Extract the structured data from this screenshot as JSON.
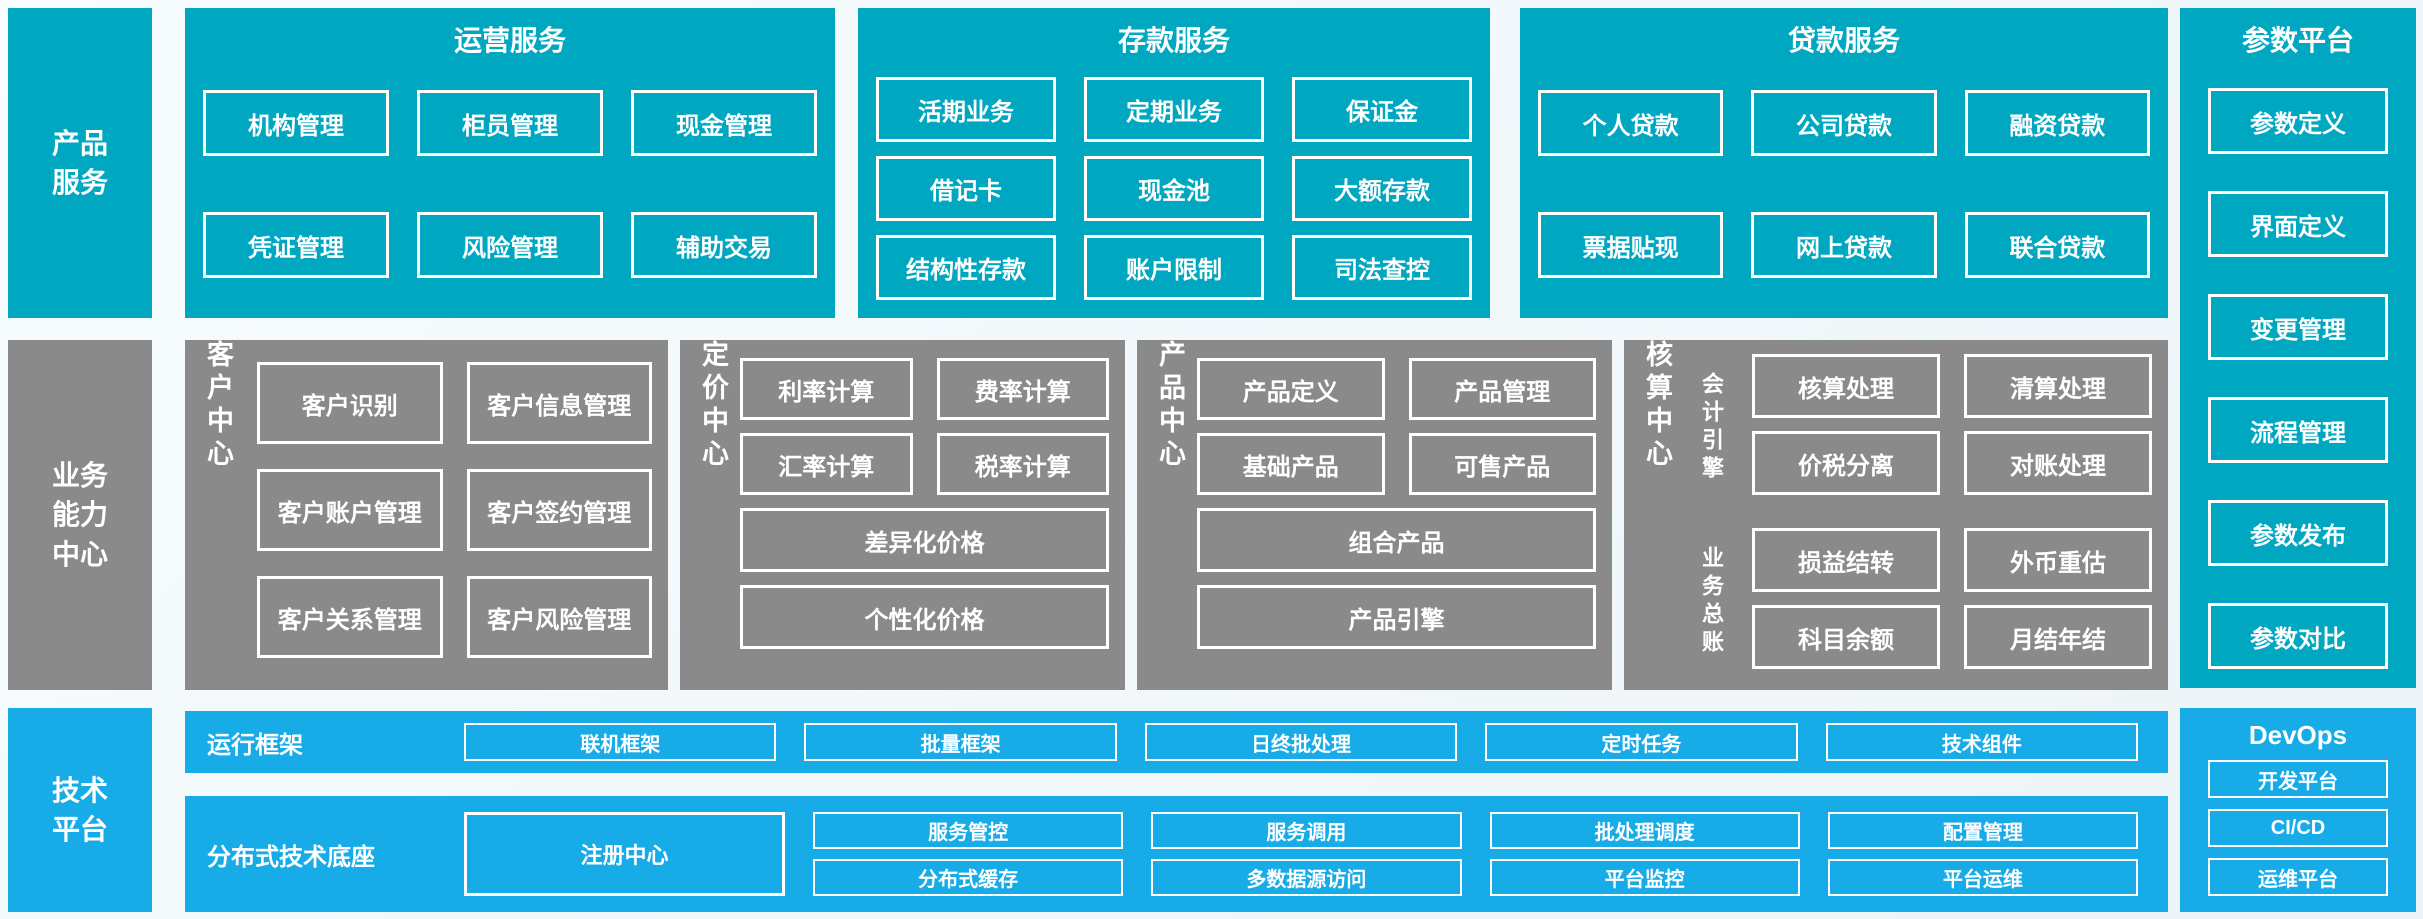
{
  "palette": {
    "teal": "#00a7c1",
    "gray": "#8a8a8a",
    "bright_blue": "#17ace8",
    "box_border": "#ffffff",
    "text": "#ffffff",
    "background": "#eff5f8"
  },
  "rails": {
    "product": "产品服务",
    "capability": "业务能力中心",
    "tech": "技术平台"
  },
  "ops": {
    "title": "运营服务",
    "r1": [
      "机构管理",
      "柜员管理",
      "现金管理"
    ],
    "r2": [
      "凭证管理",
      "风险管理",
      "辅助交易"
    ]
  },
  "deposit": {
    "title": "存款服务",
    "r1": [
      "活期业务",
      "定期业务",
      "保证金"
    ],
    "r2": [
      "借记卡",
      "现金池",
      "大额存款"
    ],
    "r3": [
      "结构性存款",
      "账户限制",
      "司法查控"
    ]
  },
  "loan": {
    "title": "贷款服务",
    "r1": [
      "个人贷款",
      "公司贷款",
      "融资贷款"
    ],
    "r2": [
      "票据贴现",
      "网上贷款",
      "联合贷款"
    ]
  },
  "param": {
    "title": "参数平台",
    "items": [
      "参数定义",
      "界面定义",
      "变更管理",
      "流程管理",
      "参数发布",
      "参数对比"
    ]
  },
  "customer": {
    "label": "客户中心",
    "r1": [
      "客户识别",
      "客户信息管理"
    ],
    "r2": [
      "客户账户管理",
      "客户签约管理"
    ],
    "r3": [
      "客户关系管理",
      "客户风险管理"
    ]
  },
  "pricing": {
    "label": "定价中心",
    "r1": [
      "利率计算",
      "费率计算"
    ],
    "r2": [
      "汇率计算",
      "税率计算"
    ],
    "wide1": "差异化价格",
    "wide2": "个性化价格"
  },
  "product": {
    "label": "产品中心",
    "r1": [
      "产品定义",
      "产品管理"
    ],
    "r2": [
      "基础产品",
      "可售产品"
    ],
    "wide1": "组合产品",
    "wide2": "产品引擎"
  },
  "accounting": {
    "label": "核算中心",
    "g1": {
      "label": "会计引擎",
      "r1": [
        "核算处理",
        "清算处理"
      ],
      "r2": [
        "价税分离",
        "对账处理"
      ]
    },
    "g2": {
      "label": "业务总账",
      "r1": [
        "损益结转",
        "外币重估"
      ],
      "r2": [
        "科目余额",
        "月结年结"
      ]
    }
  },
  "runfw": {
    "label": "运行框架",
    "items": [
      "联机框架",
      "批量框架",
      "日终批处理",
      "定时任务",
      "技术组件"
    ]
  },
  "base": {
    "label": "分布式技术底座",
    "registry": "注册中心",
    "r1": [
      "服务管控",
      "服务调用",
      "批处理调度",
      "配置管理"
    ],
    "r2": [
      "分布式缓存",
      "多数据源访问",
      "平台监控",
      "平台运维"
    ]
  },
  "devops": {
    "title": "DevOps",
    "items": [
      "开发平台",
      "CI/CD",
      "运维平台"
    ]
  }
}
